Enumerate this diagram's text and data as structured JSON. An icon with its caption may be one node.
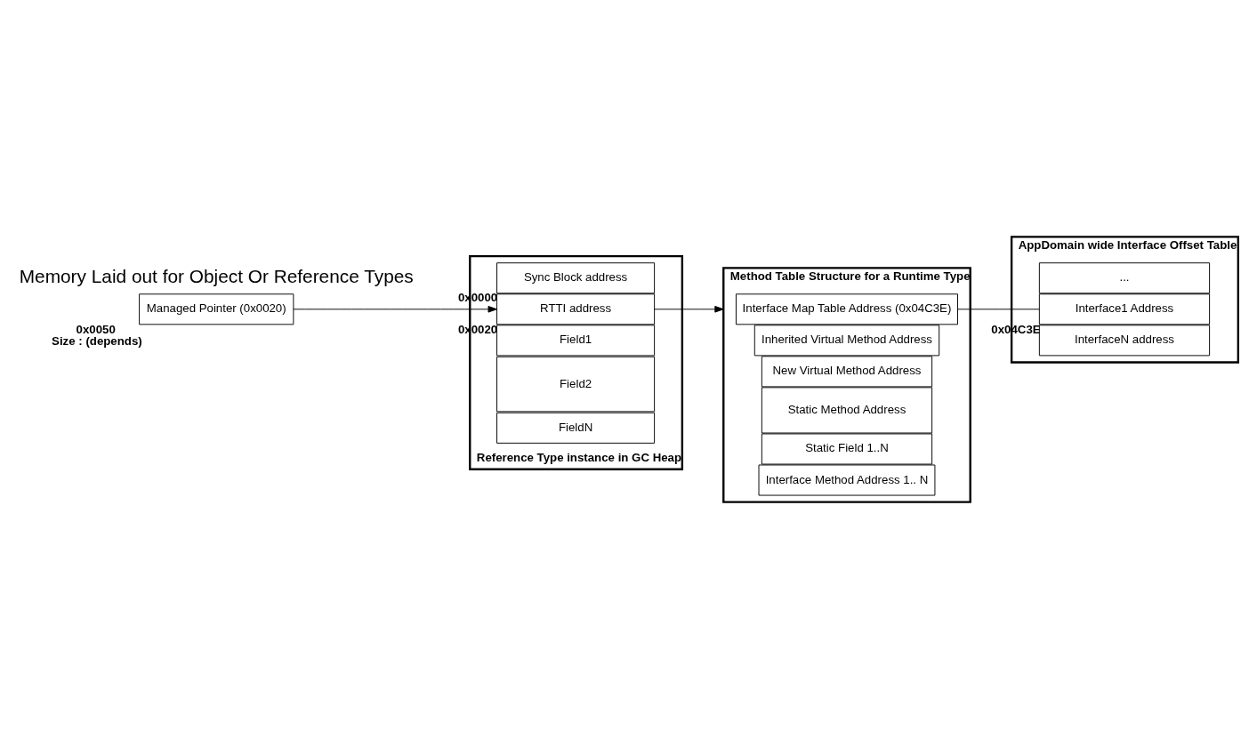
{
  "diagram": {
    "nodes": [
      {
        "text": [
          "Managed Pointer (0x0020)"
        ],
        "beside": [
          "0x0050",
          "Size : (depends)"
        ]
      },
      {
        "text": [
          "Reference Type instance in GC Heap"
        ]
      },
      {
        "text": [
          "Sync Block address"
        ],
        "in": 1,
        "beside": [
          "0x0000"
        ]
      },
      {
        "text": [
          "RTTI address"
        ],
        "in": 1,
        "beside": [
          "0x0020"
        ]
      },
      {
        "text": [
          "Field1"
        ],
        "in": 1
      },
      {
        "text": [
          "Field2"
        ],
        "in": 1
      },
      {
        "text": [
          "FieldN"
        ],
        "in": 1
      },
      {
        "text": [
          "Method Table Structure for a Runtime Type"
        ]
      },
      {
        "text": [
          "Interface Map Table Address (0x04C3E)"
        ],
        "in": 7
      },
      {
        "text": [
          "Inherited Virtual Method Address"
        ],
        "in": 7
      },
      {
        "text": [
          "New Virtual Method Address"
        ],
        "in": 7
      },
      {
        "text": [
          "Static Method Address"
        ],
        "in": 7
      },
      {
        "text": [
          "Static Field 1..N"
        ],
        "in": 7
      },
      {
        "text": [
          "Interface Method Address 1.. N"
        ],
        "in": 7
      },
      {
        "text": [
          "AppDomain wide Interface Offset Table"
        ]
      },
      {
        "text": [
          "..."
        ],
        "in": 14
      },
      {
        "text": [
          "Interface1 Address"
        ],
        "in": 14,
        "beside": [
          "0x04C3E"
        ]
      },
      {
        "text": [
          "InterfaceN address"
        ],
        "in": 14
      }
    ],
    "edges": [
      {
        "from": 0,
        "to": 3,
        "arrow": "to"
      },
      {
        "from": 3,
        "to": 7,
        "arrow": "to"
      },
      {
        "from": 8,
        "to": 16,
        "arrow": "none"
      }
    ],
    "labels": [
      "Memory Laid out for Object Or Reference Types"
    ]
  }
}
